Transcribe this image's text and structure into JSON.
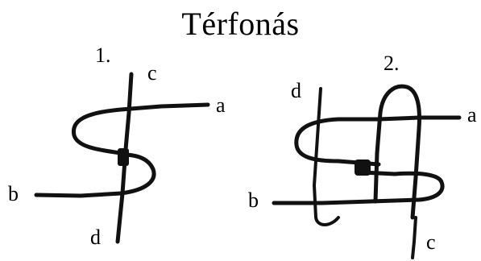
{
  "title": "Térfonás",
  "figures": [
    {
      "number": "1.",
      "labels": {
        "a": "a",
        "b": "b",
        "c": "c",
        "d": "d"
      }
    },
    {
      "number": "2.",
      "labels": {
        "a": "a",
        "b": "b",
        "c": "c",
        "d": "d"
      }
    }
  ]
}
